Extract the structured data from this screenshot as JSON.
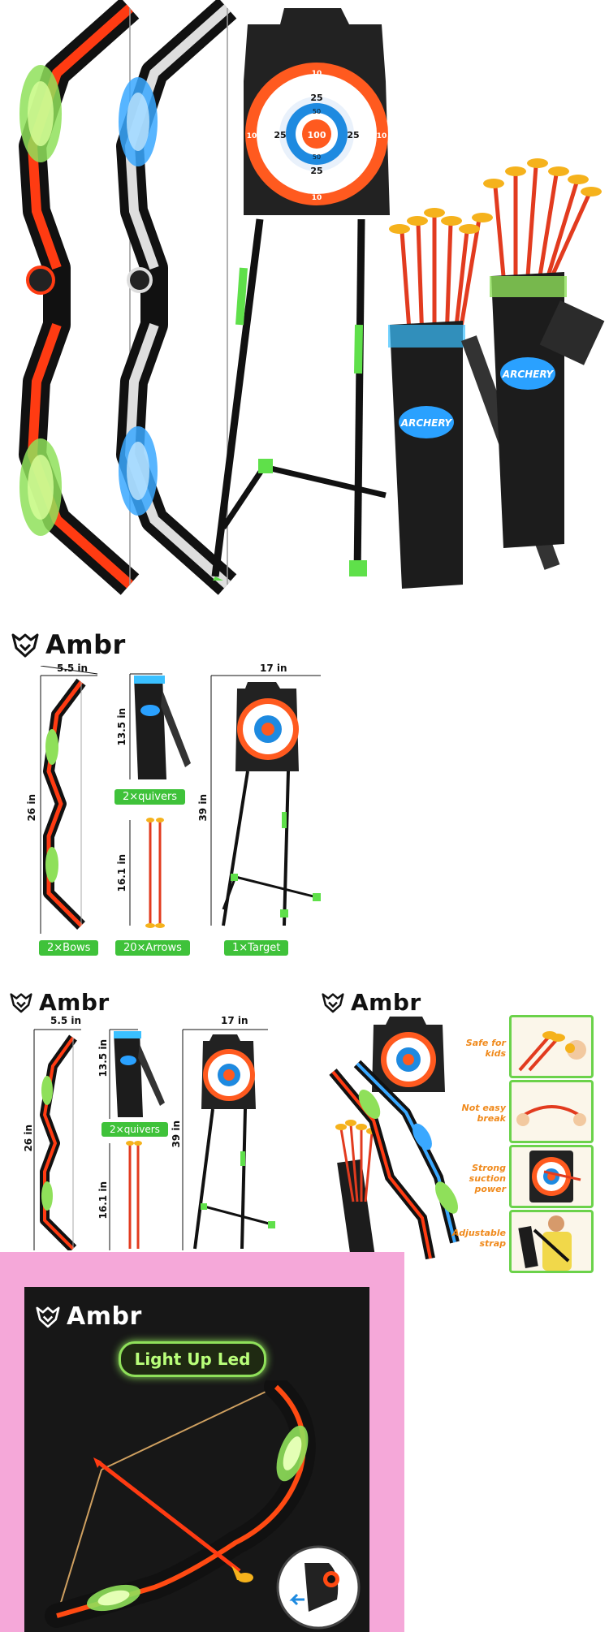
{
  "brand": {
    "name": "Ambr"
  },
  "target_rings": {
    "center": "100",
    "inner": "50",
    "middle": "25",
    "outer": "10"
  },
  "panel1": {
    "bow_width": "5.5 in",
    "bow_height": "26 in",
    "quiver_height": "13.5 in",
    "arrow_length": "16.1 in",
    "target_width": "17 in",
    "target_height": "39 in",
    "labels": {
      "quivers": "2×quivers",
      "bows": "2×Bows",
      "arrows": "20×Arrows",
      "target": "1×Target"
    }
  },
  "panel2": {
    "bow_width": "5.5 in",
    "bow_height": "26 in",
    "quiver_height": "13.5 in",
    "arrow_length": "16.1 in",
    "target_width": "17 in",
    "target_height": "39 in",
    "labels": {
      "quivers": "2×quivers"
    }
  },
  "features": [
    {
      "label": "Safe for kids"
    },
    {
      "label": "Not easy break"
    },
    {
      "label": "Strong suction power"
    },
    {
      "label": "Adjustable strap"
    }
  ],
  "quiver_print": "ARCHERY",
  "banner": {
    "text": "Light Up Led"
  },
  "colors": {
    "pink_bg": "#f5a8d9",
    "dark_bg": "#171717",
    "green": "#3fc23a",
    "orange": "#ff4a12",
    "neon_green": "#8fe05a"
  }
}
